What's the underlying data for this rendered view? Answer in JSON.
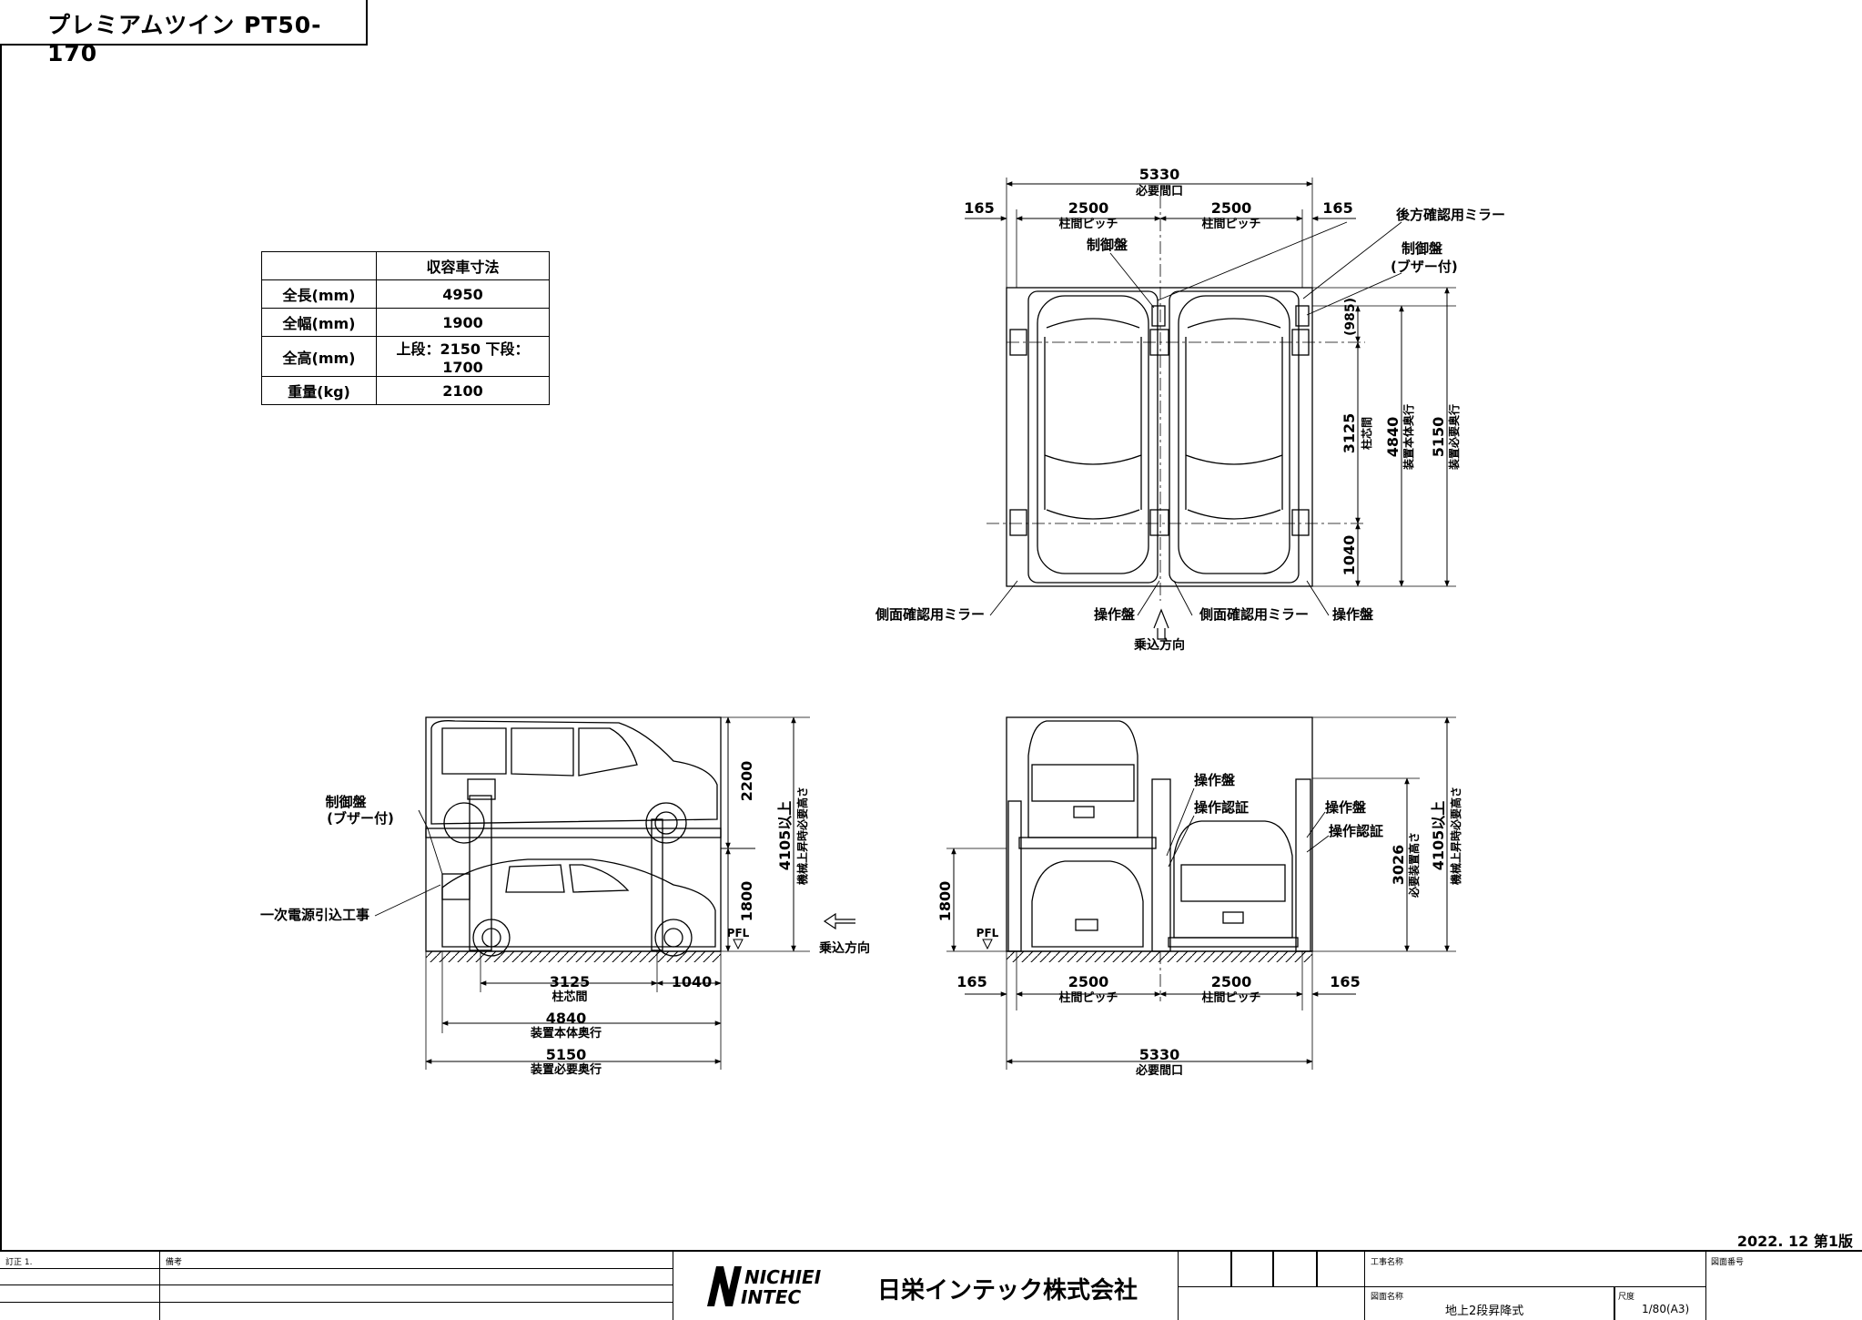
{
  "title": "プレミアムツイン  PT50-170",
  "spec_table": {
    "header": "収容車寸法",
    "rows": [
      {
        "label": "全長(mm)",
        "value": "4950"
      },
      {
        "label": "全幅(mm)",
        "value": "1900"
      },
      {
        "label": "全高(mm)",
        "value": "上段：2150  下段：1700"
      },
      {
        "label": "重量(kg)",
        "value": "2100"
      }
    ]
  },
  "plan_view": {
    "dim_total": "5330",
    "dim_total_label": "必要間口",
    "dim_side_left": "165",
    "dim_side_right": "165",
    "dim_pitch": "2500",
    "dim_pitch_label": "柱間ピッチ",
    "dim_985": "(985)",
    "dim_3125": "3125",
    "dim_3125_label": "柱芯間",
    "dim_4840": "4840",
    "dim_4840_label": "装置本体奥行",
    "dim_5150": "5150",
    "dim_5150_label": "装置必要奥行",
    "dim_1040": "1040",
    "label_rear_mirror": "後方確認用ミラー",
    "label_control_panel": "制御盤",
    "label_control_panel_buzzer": "制御盤",
    "label_buzzer": "(ブザー付)",
    "label_side_mirror": "側面確認用ミラー",
    "label_operation_panel": "操作盤",
    "label_entry_direction": "乗込方向"
  },
  "side_view": {
    "label_control_panel": "制御盤",
    "label_buzzer": "(ブザー付)",
    "label_power": "一次電源引込工事",
    "dim_2200": "2200",
    "dim_1800": "1800",
    "dim_4105": "4105以上",
    "dim_4105_label": "機械上昇時必要高さ",
    "pfl": "PFL",
    "label_entry_direction": "乗込方向",
    "dim_3125": "3125",
    "dim_3125_label": "柱芯間",
    "dim_1040": "1040",
    "dim_4840": "4840",
    "dim_4840_label": "装置本体奥行",
    "dim_5150": "5150",
    "dim_5150_label": "装置必要奥行"
  },
  "front_view": {
    "label_operation_panel": "操作盤",
    "label_operation_auth": "操作認証",
    "dim_1800": "1800",
    "pfl": "PFL",
    "dim_3026": "3026",
    "dim_3026_label": "必要装置高さ",
    "dim_4105": "4105以上",
    "dim_4105_label": "機械上昇時必要高さ",
    "dim_side_left": "165",
    "dim_side_right": "165",
    "dim_pitch": "2500",
    "dim_pitch_label": "柱間ピッチ",
    "dim_total": "5330",
    "dim_total_label": "必要間口"
  },
  "edition": "2022. 12   第1版",
  "title_block": {
    "revision_label": "訂正  1.",
    "remarks_label": "備考",
    "logo_top": "NICHIEI",
    "logo_bottom": "INTEC",
    "company": "日栄インテック株式会社",
    "project_label": "工事名称",
    "drawing_name_label": "図面名称",
    "drawing_name": "地上2段昇降式",
    "scale_label": "尺度",
    "scale": "1/80(A3)",
    "drawing_no_label": "図面番号"
  }
}
